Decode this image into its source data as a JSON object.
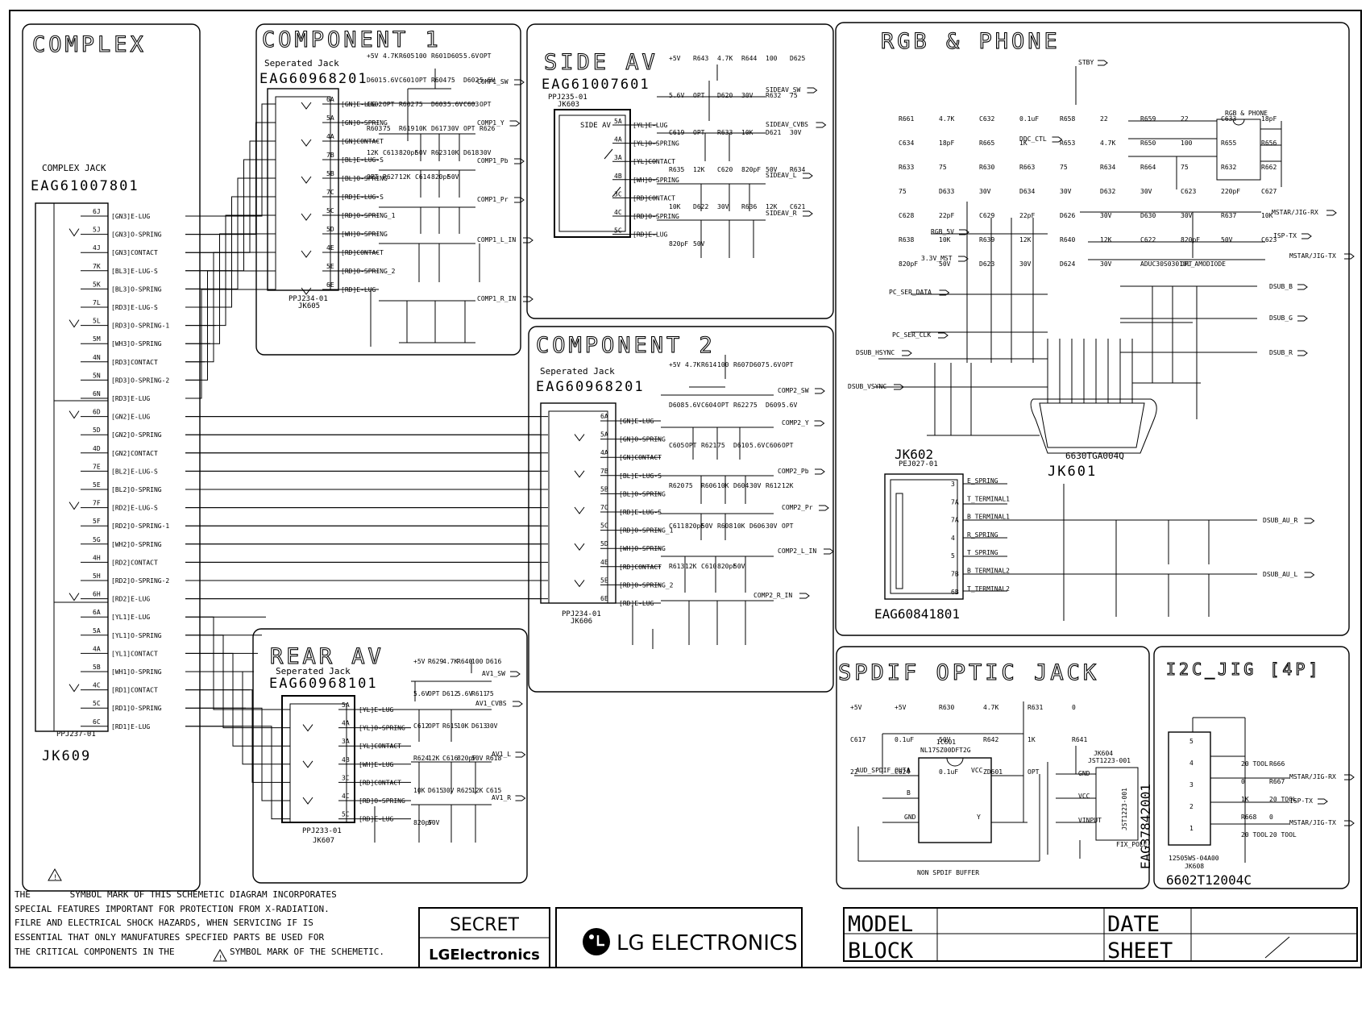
{
  "sections": {
    "complex": {
      "title": "COMPLEX",
      "jack_label": "COMPLEX JACK",
      "part_number": "EAG61007801",
      "connector_bottom": "PPJ237-01",
      "ref": "JK609",
      "pins": [
        {
          "num": "6J",
          "name": "[GN3]E-LUG"
        },
        {
          "num": "5J",
          "name": "[GN3]O-SPRING"
        },
        {
          "num": "4J",
          "name": "[GN3]CONTACT"
        },
        {
          "num": "7K",
          "name": "[BL3]E-LUG-S"
        },
        {
          "num": "5K",
          "name": "[BL3]O-SPRING"
        },
        {
          "num": "7L",
          "name": "[RD3]E-LUG-S"
        },
        {
          "num": "5L",
          "name": "[RD3]O-SPRING-1"
        },
        {
          "num": "5M",
          "name": "[WH3]O-SPRING"
        },
        {
          "num": "4N",
          "name": "[RD3]CONTACT"
        },
        {
          "num": "5N",
          "name": "[RD3]O-SPRING-2"
        },
        {
          "num": "6N",
          "name": "[RD3]E-LUG"
        },
        {
          "num": "6D",
          "name": "[GN2]E-LUG"
        },
        {
          "num": "5D",
          "name": "[GN2]O-SPRING"
        },
        {
          "num": "4D",
          "name": "[GN2]CONTACT"
        },
        {
          "num": "7E",
          "name": "[BL2]E-LUG-S"
        },
        {
          "num": "5E",
          "name": "[BL2]O-SPRING"
        },
        {
          "num": "7F",
          "name": "[RD2]E-LUG-S"
        },
        {
          "num": "5F",
          "name": "[RD2]O-SPRING-1"
        },
        {
          "num": "5G",
          "name": "[WH2]O-SPRING"
        },
        {
          "num": "4H",
          "name": "[RD2]CONTACT"
        },
        {
          "num": "5H",
          "name": "[RD2]O-SPRING-2"
        },
        {
          "num": "6H",
          "name": "[RD2]E-LUG"
        },
        {
          "num": "6A",
          "name": "[YL1]E-LUG"
        },
        {
          "num": "5A",
          "name": "[YL1]O-SPRING"
        },
        {
          "num": "4A",
          "name": "[YL1]CONTACT"
        },
        {
          "num": "5B",
          "name": "[WH1]O-SPRING"
        },
        {
          "num": "4C",
          "name": "[RD1]CONTACT"
        },
        {
          "num": "5C",
          "name": "[RD1]O-SPRING"
        },
        {
          "num": "6C",
          "name": "[RD1]E-LUG"
        }
      ]
    },
    "component1": {
      "title": "COMPONENT 1",
      "subtitle": "Seperated Jack",
      "part_number": "EAG60968201",
      "connector_bottom": "PPJ234-01",
      "ref": "JK605",
      "pins": [
        {
          "num": "6A",
          "name": "[GN]E-LUG"
        },
        {
          "num": "5A",
          "name": "[GN]O-SPRING"
        },
        {
          "num": "4A",
          "name": "[GN]CONTACT"
        },
        {
          "num": "7B",
          "name": "[BL]E-LUG-S"
        },
        {
          "num": "5B",
          "name": "[BL]O-SPRING"
        },
        {
          "num": "7C",
          "name": "[RD]E-LUG-S"
        },
        {
          "num": "5C",
          "name": "[RD]O-SPRING_1"
        },
        {
          "num": "5D",
          "name": "[WH]O-SPRING"
        },
        {
          "num": "4E",
          "name": "[RD]CONTACT"
        },
        {
          "num": "5E",
          "name": "[RD]O-SPRING_2"
        },
        {
          "num": "6E",
          "name": "[RD]E-LUG"
        }
      ],
      "signals": [
        "COMP1_SW",
        "COMP1_Y",
        "COMP1_Pb",
        "COMP1_Pr",
        "COMP1_L_IN",
        "COMP1_R_IN"
      ],
      "parts": [
        "+5V",
        "4.7K",
        "R605",
        "100",
        "R601",
        "D605",
        "5.6V",
        "OPT",
        "D601",
        "5.6V",
        "C601",
        "OPT",
        "R604",
        "75",
        "D602",
        "5.6V",
        "C602",
        "OPT",
        "R602",
        "75",
        "D603",
        "5.6V",
        "C603",
        "OPT",
        "R603",
        "75",
        "R619",
        "10K",
        "D617",
        "30V",
        "OPT",
        "R626",
        "12K",
        "C613",
        "820pF",
        "50V",
        "R623",
        "10K",
        "D618",
        "30V",
        "OPT",
        "R627",
        "12K",
        "C614",
        "820pF",
        "50V"
      ]
    },
    "side_av": {
      "title": "SIDE AV",
      "part_number": "EAG61007601",
      "connector_top": "PPJ235-01",
      "ref": "JK603",
      "inner_label": "SIDE AV",
      "pins": [
        {
          "num": "5A",
          "name": "[YL]E-LUG"
        },
        {
          "num": "4A",
          "name": "[YL]O-SPRING"
        },
        {
          "num": "3A",
          "name": "[YL]CONTACT"
        },
        {
          "num": "4B",
          "name": "[WH]O-SPRING"
        },
        {
          "num": "3C",
          "name": "[RD]CONTACT"
        },
        {
          "num": "4C",
          "name": "[RD]O-SPRING"
        },
        {
          "num": "5C",
          "name": "[RD]E-LUG"
        }
      ],
      "signals": [
        "SIDEAV_SW",
        "SIDEAV_CVBS",
        "SIDEAV_L",
        "SIDEAV_R"
      ],
      "parts": [
        "+5V",
        "R643",
        "4.7K",
        "R644",
        "100",
        "D625",
        "5.6V",
        "OPT",
        "D620",
        "30V",
        "R632",
        "75",
        "C619",
        "OPT",
        "R633",
        "10K",
        "D621",
        "30V",
        "R635",
        "12K",
        "C620",
        "820pF",
        "50V",
        "R634",
        "10K",
        "D622",
        "30V",
        "R636",
        "12K",
        "C621",
        "820pF",
        "50V"
      ]
    },
    "component2": {
      "title": "COMPONENT 2",
      "subtitle": "Seperated Jack",
      "part_number": "EAG60968201",
      "connector_bottom": "PPJ234-01",
      "ref": "JK606",
      "pins": [
        {
          "num": "6A",
          "name": "[GN]E-LUG"
        },
        {
          "num": "5A",
          "name": "[GN]O-SPRING"
        },
        {
          "num": "4A",
          "name": "[GN]CONTACT"
        },
        {
          "num": "7B",
          "name": "[BL]E-LUG-S"
        },
        {
          "num": "5B",
          "name": "[BL]O-SPRING"
        },
        {
          "num": "7C",
          "name": "[RD]E-LUG-S"
        },
        {
          "num": "5C",
          "name": "[RD]O-SPRING_1"
        },
        {
          "num": "5D",
          "name": "[WH]O-SPRING"
        },
        {
          "num": "4E",
          "name": "[RD]CONTACT"
        },
        {
          "num": "5E",
          "name": "[RD]O-SPRING_2"
        },
        {
          "num": "6E",
          "name": "[RD]E-LUG"
        }
      ],
      "signals": [
        "COMP2_SW",
        "COMP2_Y",
        "COMP2_Pb",
        "COMP2_Pr",
        "COMP2_L_IN",
        "COMP2_R_IN"
      ],
      "parts": [
        "+5V",
        "4.7K",
        "R614",
        "100",
        "R607",
        "D607",
        "5.6V",
        "OPT",
        "D608",
        "5.6V",
        "C604",
        "OPT",
        "R622",
        "75",
        "D609",
        "5.6V",
        "C605",
        "OPT",
        "R621",
        "75",
        "D610",
        "5.6V",
        "C606",
        "OPT",
        "R620",
        "75",
        "R606",
        "10K",
        "D604",
        "30V",
        "R612",
        "12K",
        "C611",
        "820pF",
        "50V",
        "R608",
        "10K",
        "D606",
        "30V",
        "OPT",
        "R613",
        "12K",
        "C610",
        "820pF",
        "50V"
      ]
    },
    "rear_av": {
      "title": "REAR AV",
      "subtitle": "Seperated Jack",
      "part_number": "EAG60968101",
      "connector_bottom": "PPJ233-01",
      "ref": "JK607",
      "pins": [
        {
          "num": "5A",
          "name": "[YL]E-LUG"
        },
        {
          "num": "4A",
          "name": "[YL]O-SPRING"
        },
        {
          "num": "3A",
          "name": "[YL]CONTACT"
        },
        {
          "num": "4B",
          "name": "[WH]E-LUG"
        },
        {
          "num": "3C",
          "name": "[RD]CONTACT"
        },
        {
          "num": "4C",
          "name": "[RD]O-SPRING"
        },
        {
          "num": "5C",
          "name": "[RD]E-LUG"
        }
      ],
      "signals": [
        "AV1_SW",
        "AV1_CVBS",
        "AV1_L",
        "AV1_R"
      ],
      "parts": [
        "+5V",
        "R629",
        "4.7K",
        "R640",
        "100",
        "D616",
        "5.6V",
        "OPT",
        "D612",
        "5.6V",
        "R611",
        "75",
        "C612",
        "OPT",
        "R615",
        "10K",
        "D613",
        "30V",
        "R624",
        "12K",
        "C616",
        "820pF",
        "50V",
        "R618",
        "10K",
        "D615",
        "30V",
        "R625",
        "12K",
        "C615",
        "820pF",
        "50V"
      ]
    },
    "rgb_phone": {
      "title": "RGB & PHONE",
      "ref_dsub": "JK601",
      "dsub_part": "6630TGA004Q",
      "ref_phone": "JK602",
      "phone_connector": "PEJ027-01",
      "phone_part": "EAG60841801",
      "ic_label": "RGB & PHONE",
      "signals": [
        "STBY",
        "DDC_CTL",
        "MSTAR/JIG-RX",
        "ISP-TX",
        "MSTAR/JIG-TX",
        "DSUB_B",
        "DSUB_G",
        "DSUB_R",
        "DSUB_HSYNC",
        "DSUB_VSYNC",
        "PC_SER_DATA",
        "PC_SER_CLK",
        "RGB_5V",
        "3.3V_MST",
        "DSUB_AU_R",
        "DSUB_AU_L"
      ],
      "phone_pins": [
        {
          "num": "3",
          "name": "E_SPRING"
        },
        {
          "num": "7A",
          "name": "T_TERMINAL1"
        },
        {
          "num": "7A",
          "name": "B_TERMINAL1"
        },
        {
          "num": "4",
          "name": "R_SPRING"
        },
        {
          "num": "5",
          "name": "T_SPRING"
        },
        {
          "num": "7B",
          "name": "B_TERMINAL2"
        },
        {
          "num": "6B",
          "name": "T_TERMINAL2"
        }
      ],
      "parts": [
        "R661",
        "4.7K",
        "C632",
        "0.1uF",
        "R658",
        "22",
        "R659",
        "22",
        "C633",
        "18pF",
        "C634",
        "18pF",
        "R665",
        "1K",
        "R653",
        "4.7K",
        "R650",
        "100",
        "R655",
        "R656",
        "R633",
        "75",
        "R630",
        "R663",
        "75",
        "R634",
        "R664",
        "75",
        "R632",
        "R662",
        "75",
        "D633",
        "30V",
        "D634",
        "30V",
        "D632",
        "30V",
        "C623",
        "220pF",
        "C627",
        "C628",
        "22pF",
        "C629",
        "22pF",
        "D626",
        "30V",
        "D630",
        "30V",
        "R637",
        "10K",
        "R638",
        "10K",
        "R639",
        "12K",
        "R640",
        "12K",
        "C622",
        "820pF",
        "50V",
        "C623",
        "820pF",
        "50V",
        "D623",
        "30V",
        "D624",
        "30V",
        "ADUC30S03010L_AMODIODE",
        "OPT"
      ]
    },
    "spdif": {
      "title": "SPDIF OPTIC JACK",
      "ic_ref": "IC601",
      "ic_part": "NL17SZ00DFT2G",
      "ic_pins": [
        "VCC",
        "GND",
        "B",
        "A",
        "Y"
      ],
      "signal": "AUD_SPDIF_OUTA",
      "jack_ref": "JK604",
      "jack_part": "JST1223-001",
      "jack_label": "JST1223-001",
      "jack_pins": [
        "GND",
        "VCC",
        "VINPUT",
        "FIX_POLE"
      ],
      "vertical_part": "EAG37842001",
      "note": "NON SPDIF BUFFER",
      "parts": [
        "+5V",
        "+5V",
        "R630",
        "4.7K",
        "R631",
        "0",
        "C617",
        "0.1uF",
        "50V",
        "R642",
        "1K",
        "R641",
        "22",
        "C624",
        "0.1uF",
        "ZD601",
        "OPT"
      ]
    },
    "i2c_jig": {
      "title": "I2C_JIG [4P]",
      "ref": "JK608",
      "connector": "12505WS-04A00",
      "part_number": "6602T12004C",
      "pins": [
        "5",
        "4",
        "3",
        "2",
        "1"
      ],
      "signals": [
        "MSTAR/JIG-RX",
        "ISP-TX",
        "MSTAR/JIG-TX"
      ],
      "parts": [
        "20 TOOL",
        "R666",
        "0",
        "R667",
        "1K",
        "20 TOOL",
        "R668",
        "0",
        "20 TOOL",
        "20 TOOL"
      ]
    }
  },
  "footer": {
    "warning_lines": [
      "THE SYMBOL MARK OF THIS SCHEMETIC DIAGRAM INCORPORATES",
      "SPECIAL FEATURES IMPORTANT FOR PROTECTION FROM X-RADIATION.",
      "FILRE AND ELECTRICAL SHOCK HAZARDS, WHEN SERVICING IF IS",
      "ESSENTIAL THAT ONLY MANUFATURES SPECFIED PARTS BE USED FOR",
      "THE CRITICAL COMPONENTS IN THE SYMBOL MARK OF THE SCHEMETIC."
    ],
    "secret": "SECRET",
    "lg_small": "LGElectronics",
    "lg_big": "LG ELECTRONICS",
    "model_label": "MODEL",
    "block_label": "BLOCK",
    "date_label": "DATE",
    "sheet_label": "SHEET",
    "sheet_value": ""
  }
}
